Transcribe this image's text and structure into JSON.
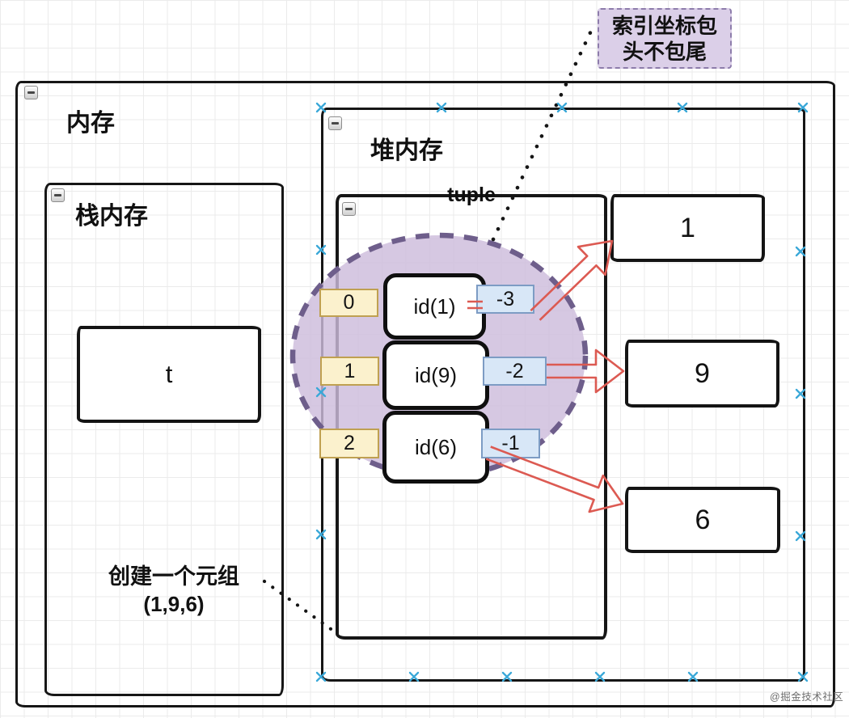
{
  "note": {
    "line1": "索引坐标包",
    "line2": "头不包尾"
  },
  "memory_box": {
    "label": "内存"
  },
  "stack_box": {
    "label": "栈内存"
  },
  "heap_box": {
    "label": "堆内存"
  },
  "tuple_box": {
    "label": "tuple"
  },
  "variable": {
    "label": "t"
  },
  "tuple_rows": [
    {
      "index": "0",
      "id": "id(1)",
      "neg_index": "-3"
    },
    {
      "index": "1",
      "id": "id(9)",
      "neg_index": "-2"
    },
    {
      "index": "2",
      "id": "id(6)",
      "neg_index": "-1"
    }
  ],
  "values": [
    {
      "label": "1"
    },
    {
      "label": "9"
    },
    {
      "label": "6"
    }
  ],
  "caption": {
    "line1": "创建一个元组",
    "line2": "(1,9,6)"
  },
  "watermark": "@掘金技术社区",
  "colors": {
    "arrow_red": "#dc5a52",
    "badge_yellow_bg": "#fbf1cd",
    "badge_yellow_border": "#bfa051",
    "badge_blue_bg": "#d8e7f7",
    "badge_blue_border": "#7d9cc4",
    "ellipse_fill": "#d2c2df",
    "ellipse_border": "#6e5e8b",
    "note_bg": "#dbcfe8",
    "note_border": "#8d7cab",
    "connection_mark_cyan": "#3aa8d8",
    "ink": "#141414"
  }
}
